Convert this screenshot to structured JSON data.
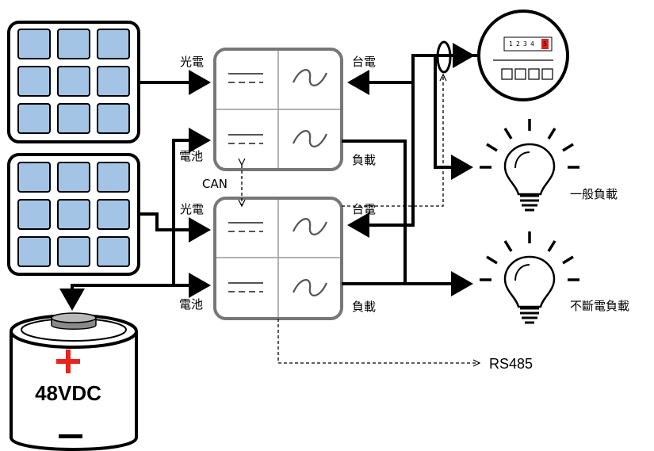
{
  "labels": {
    "pv_top": "光電",
    "grid_top": "台電",
    "battery_top": "電池",
    "load_top": "負載",
    "can": "CAN",
    "pv_bottom": "光電",
    "grid_bottom": "台電",
    "battery_bottom": "電池",
    "load_bottom": "負載",
    "general_load": "一般負載",
    "ups_load": "不斷電負載",
    "rs485": "RS485"
  },
  "meter": {
    "digits": [
      "1",
      "2",
      "3",
      "4",
      "5"
    ],
    "highlight_color": "#e02020"
  },
  "battery": {
    "voltage": "48VDC",
    "plus_color": "#e8241c"
  },
  "colors": {
    "panel_cell": "#a4c4e6",
    "inverter_border": "#777777"
  }
}
